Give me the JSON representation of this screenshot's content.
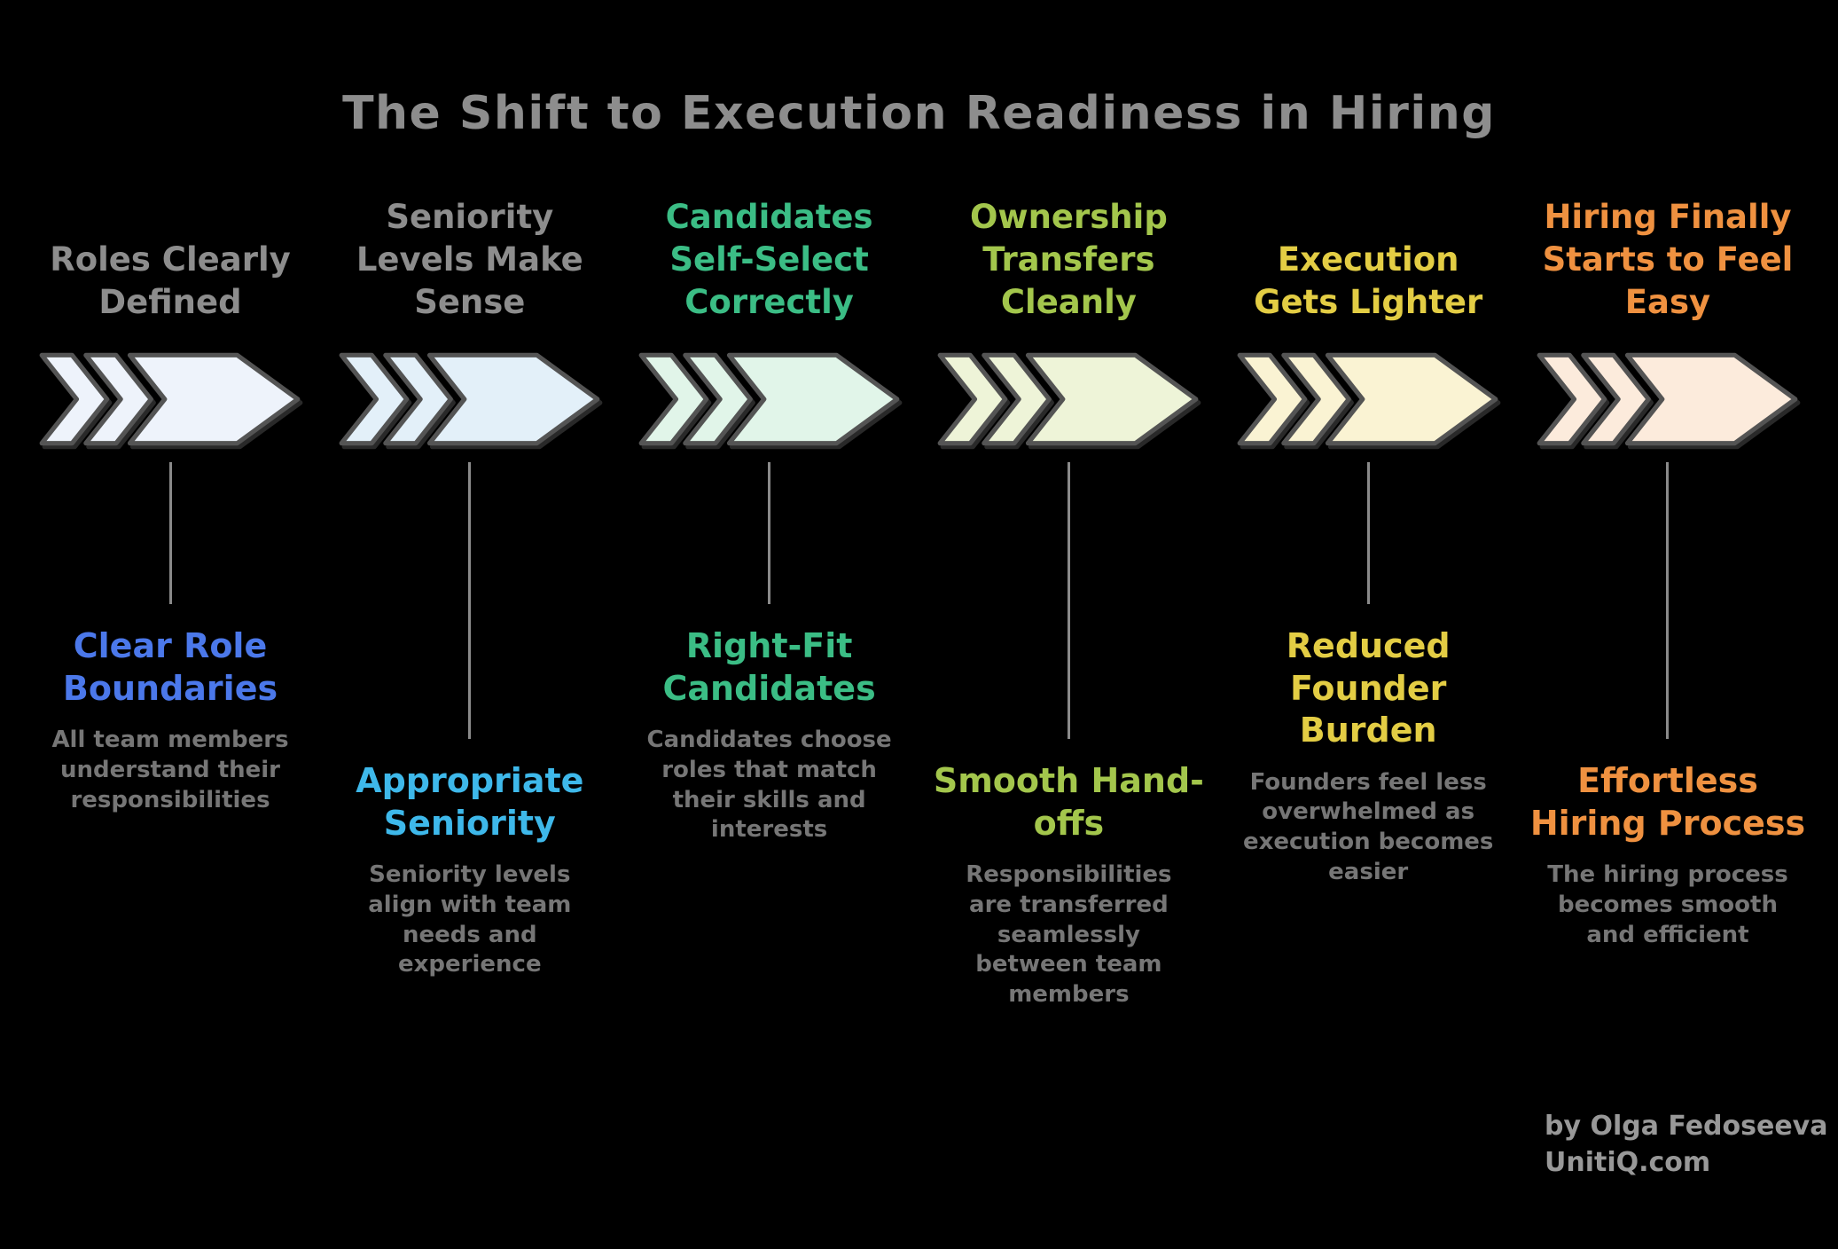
{
  "title": "The Shift to Execution Readiness in Hiring",
  "stages": [
    {
      "id": "roles-clearly-defined",
      "top_label": "Roles Clearly\nDefined",
      "top_color": "#8d8d8d",
      "chevron_fill": "#eef3fb",
      "row": "high",
      "bottom_label": "Clear Role\nBoundaries",
      "bottom_color": "#4b78ea",
      "description": "All team members understand their responsibilities"
    },
    {
      "id": "seniority-levels-make-sense",
      "top_label": "Seniority\nLevels Make\nSense",
      "top_color": "#8d8d8d",
      "chevron_fill": "#e3f0f9",
      "row": "low",
      "bottom_label": "Appropriate\nSeniority",
      "bottom_color": "#3eb8ea",
      "description": "Seniority levels align with team needs and experience"
    },
    {
      "id": "candidates-self-select-correctly",
      "top_label": "Candidates\nSelf-Select\nCorrectly",
      "top_color": "#3bbd85",
      "chevron_fill": "#e1f5e9",
      "row": "high",
      "bottom_label": "Right-Fit\nCandidates",
      "bottom_color": "#3bbd85",
      "description": "Candidates choose roles that match their skills and interests"
    },
    {
      "id": "ownership-transfers-cleanly",
      "top_label": "Ownership\nTransfers\nCleanly",
      "top_color": "#a3c64c",
      "chevron_fill": "#eef4d8",
      "row": "low",
      "bottom_label": "Smooth Hand-\noffs",
      "bottom_color": "#a3c64c",
      "description": "Responsibilities are transferred seamlessly between team members"
    },
    {
      "id": "execution-gets-lighter",
      "top_label": "Execution\nGets Lighter",
      "top_color": "#e3cd44",
      "chevron_fill": "#faf3d3",
      "row": "high",
      "bottom_label": "Reduced\nFounder\nBurden",
      "bottom_color": "#e3cd44",
      "description": "Founders feel less overwhelmed as execution becomes easier"
    },
    {
      "id": "hiring-finally-feels-easy",
      "top_label": "Hiring Finally\nStarts to Feel\nEasy",
      "top_color": "#ef9140",
      "chevron_fill": "#fcebdc",
      "row": "low",
      "bottom_label": "Effortless\nHiring Process",
      "bottom_color": "#ef9140",
      "description": "The hiring process becomes smooth and efficient"
    }
  ],
  "footer": {
    "byline": "by Olga Fedoseeva",
    "site": "UnitiQ.com"
  }
}
